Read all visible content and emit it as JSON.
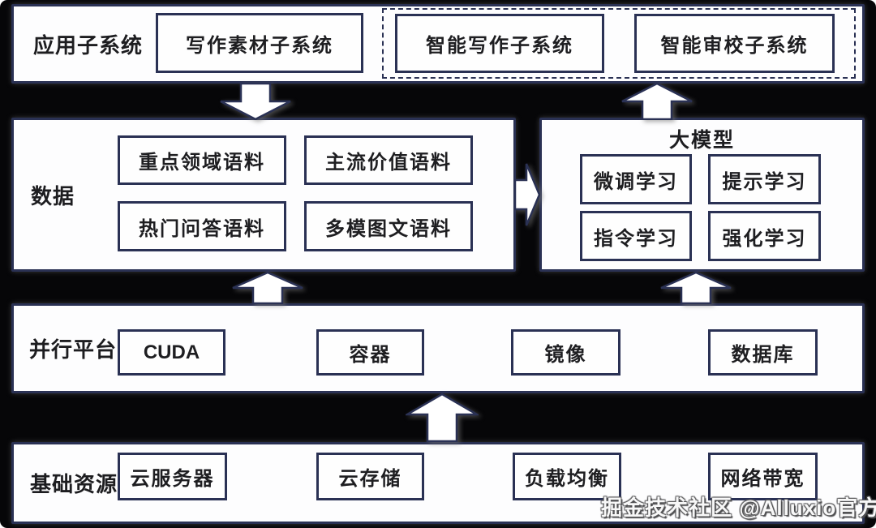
{
  "colors": {
    "background": "#060608",
    "panel_fill": "#fdfdfe",
    "border_navy": "#2a3154",
    "text": "#1e1e21",
    "arrow_fill": "#ffffff"
  },
  "layers": {
    "app": {
      "label": "应用子系统",
      "nodes": [
        "写作素材子系统"
      ],
      "dashed_nodes": [
        "智能写作子系统",
        "智能审校子系统"
      ]
    },
    "data": {
      "label": "数据",
      "nodes": [
        "重点领域语料",
        "主流价值语料",
        "热门问答语料",
        "多模图文语料"
      ]
    },
    "model": {
      "title": "大模型",
      "nodes": [
        "微调学习",
        "提示学习",
        "指令学习",
        "强化学习"
      ]
    },
    "platform": {
      "label": "并行平台",
      "nodes": [
        "CUDA",
        "容器",
        "镜像",
        "数据库"
      ]
    },
    "resource": {
      "label": "基础资源",
      "nodes": [
        "云服务器",
        "云存储",
        "负载均衡",
        "网络带宽"
      ]
    }
  },
  "arrows": [
    {
      "from": "应用子系统",
      "to": "数据",
      "direction": "down"
    },
    {
      "from": "大模型",
      "to": "应用子系统",
      "direction": "up"
    },
    {
      "from": "数据",
      "to": "大模型",
      "direction": "right"
    },
    {
      "from": "并行平台",
      "to": "数据",
      "direction": "up"
    },
    {
      "from": "并行平台",
      "to": "大模型",
      "direction": "up"
    },
    {
      "from": "基础资源",
      "to": "并行平台",
      "direction": "up"
    }
  ],
  "watermark": {
    "text": "掘金技术社区 @Alluxio官方"
  }
}
